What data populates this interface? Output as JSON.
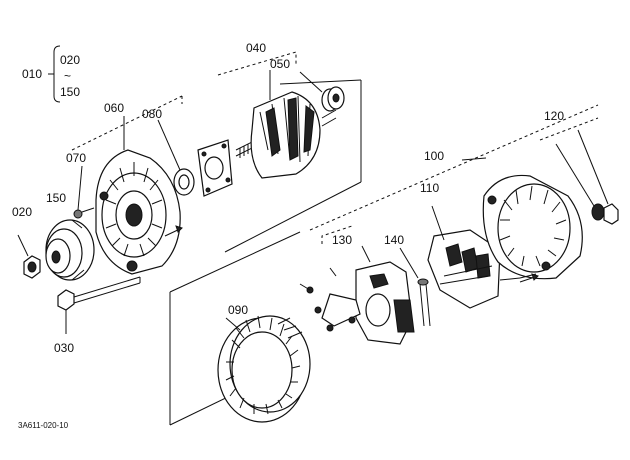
{
  "labels": {
    "p010": "010",
    "p020a": "020",
    "tilde": "~",
    "p150a": "150",
    "p040": "040",
    "p050": "050",
    "p060": "060",
    "p080": "080",
    "p070": "070",
    "p150b": "150",
    "p020b": "020",
    "p030": "030",
    "p090": "090",
    "p100": "100",
    "p110": "110",
    "p120": "120",
    "p130": "130",
    "p140": "140"
  },
  "figure_ref": "3A611-020-10"
}
